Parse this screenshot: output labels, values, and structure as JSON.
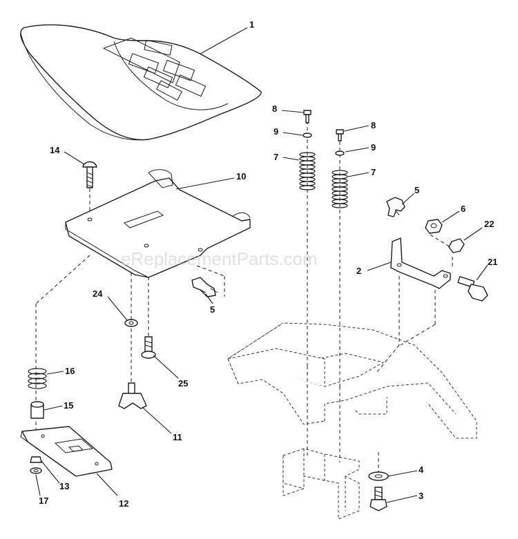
{
  "diagram": {
    "watermark": "eReplacementParts.com",
    "callouts": [
      {
        "id": "c1",
        "label": "1"
      },
      {
        "id": "c2",
        "label": "2"
      },
      {
        "id": "c3",
        "label": "3"
      },
      {
        "id": "c4",
        "label": "4"
      },
      {
        "id": "c5a",
        "label": "5"
      },
      {
        "id": "c5b",
        "label": "5"
      },
      {
        "id": "c6",
        "label": "6"
      },
      {
        "id": "c7a",
        "label": "7"
      },
      {
        "id": "c7b",
        "label": "7"
      },
      {
        "id": "c8a",
        "label": "8"
      },
      {
        "id": "c8b",
        "label": "8"
      },
      {
        "id": "c9a",
        "label": "9"
      },
      {
        "id": "c9b",
        "label": "9"
      },
      {
        "id": "c10",
        "label": "10"
      },
      {
        "id": "c11",
        "label": "11"
      },
      {
        "id": "c12",
        "label": "12"
      },
      {
        "id": "c13",
        "label": "13"
      },
      {
        "id": "c14",
        "label": "14"
      },
      {
        "id": "c15",
        "label": "15"
      },
      {
        "id": "c16",
        "label": "16"
      },
      {
        "id": "c17",
        "label": "17"
      },
      {
        "id": "c21",
        "label": "21"
      },
      {
        "id": "c22",
        "label": "22"
      },
      {
        "id": "c24",
        "label": "24"
      },
      {
        "id": "c25",
        "label": "25"
      }
    ]
  }
}
